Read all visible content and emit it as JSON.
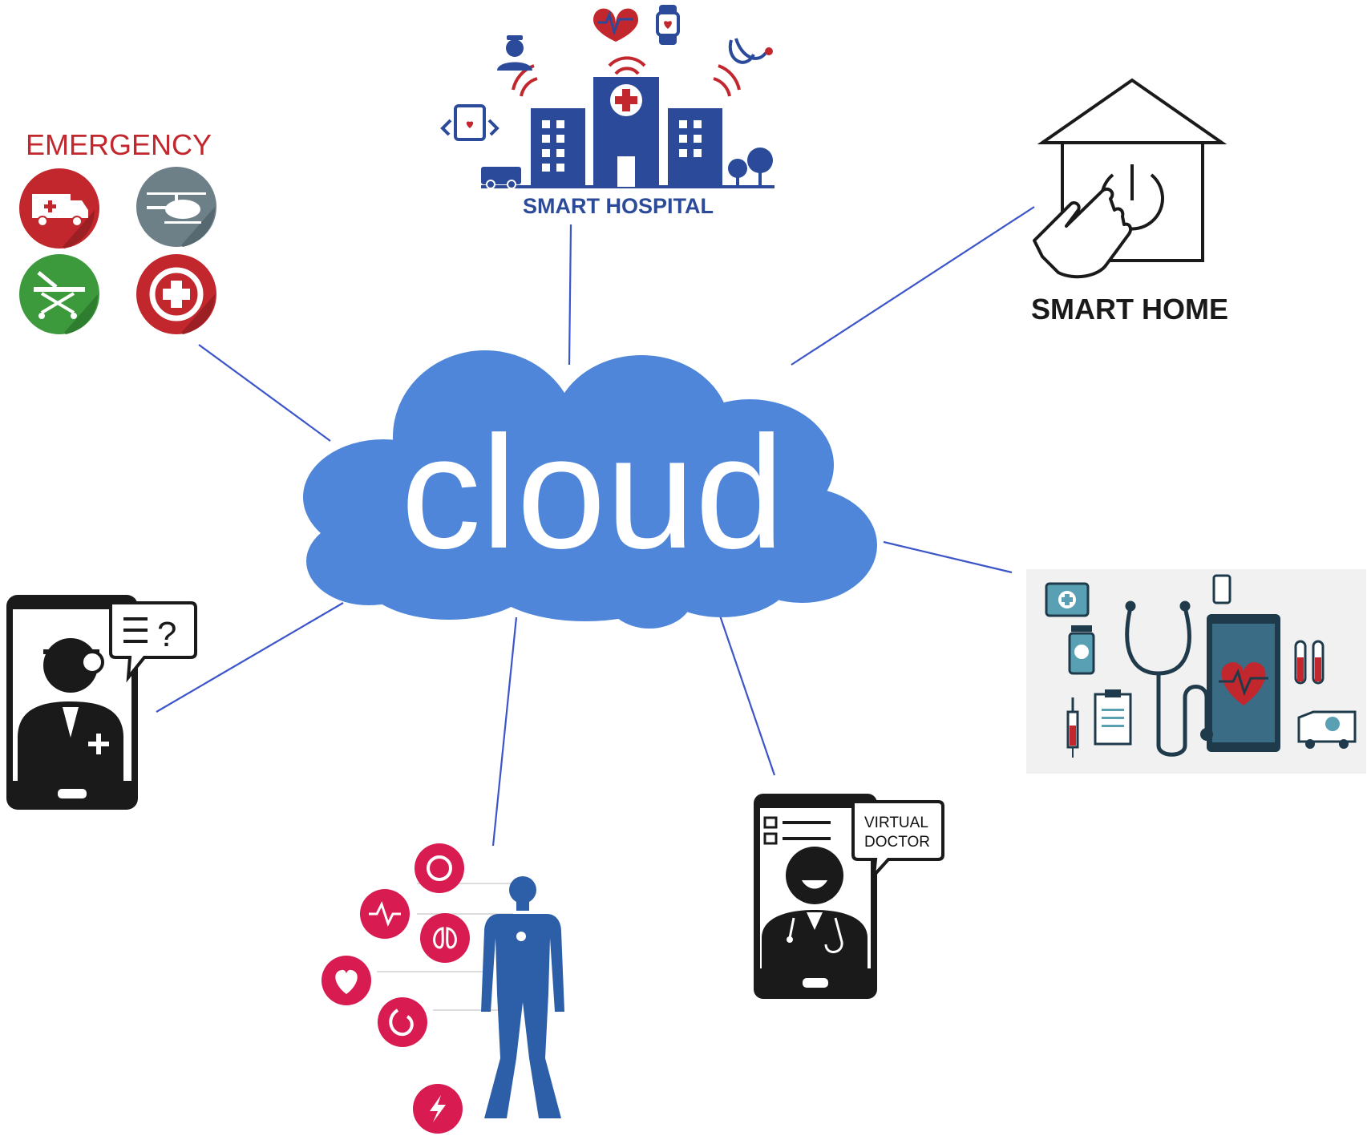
{
  "cloud": {
    "label": "cloud",
    "color": "#4f86d9"
  },
  "nodes": {
    "emergency": {
      "label": "EMERGENCY",
      "icons": [
        "ambulance-icon",
        "helicopter-icon",
        "stretcher-icon",
        "first-aid-icon"
      ]
    },
    "hospital": {
      "label": "SMART HOSPITAL"
    },
    "home": {
      "label": "SMART HOME"
    },
    "telemedicine": {
      "icon": "doctor-phone-chat-icon",
      "bubble": "≡?"
    },
    "wearables": {
      "icon": "body-monitoring-icon"
    },
    "virtual_doctor": {
      "label_line1": "VIRTUAL",
      "label_line2": "DOCTOR"
    },
    "medical_devices": {
      "icon": "medical-devices-icon"
    }
  },
  "colors": {
    "connector": "#3c55c8",
    "emergency_red": "#c1272d",
    "hospital_blue": "#2b4a9a",
    "body_blue": "#2d5ea8",
    "pink": "#d81b50",
    "green": "#3c9a3c",
    "gray": "#6e8087"
  }
}
